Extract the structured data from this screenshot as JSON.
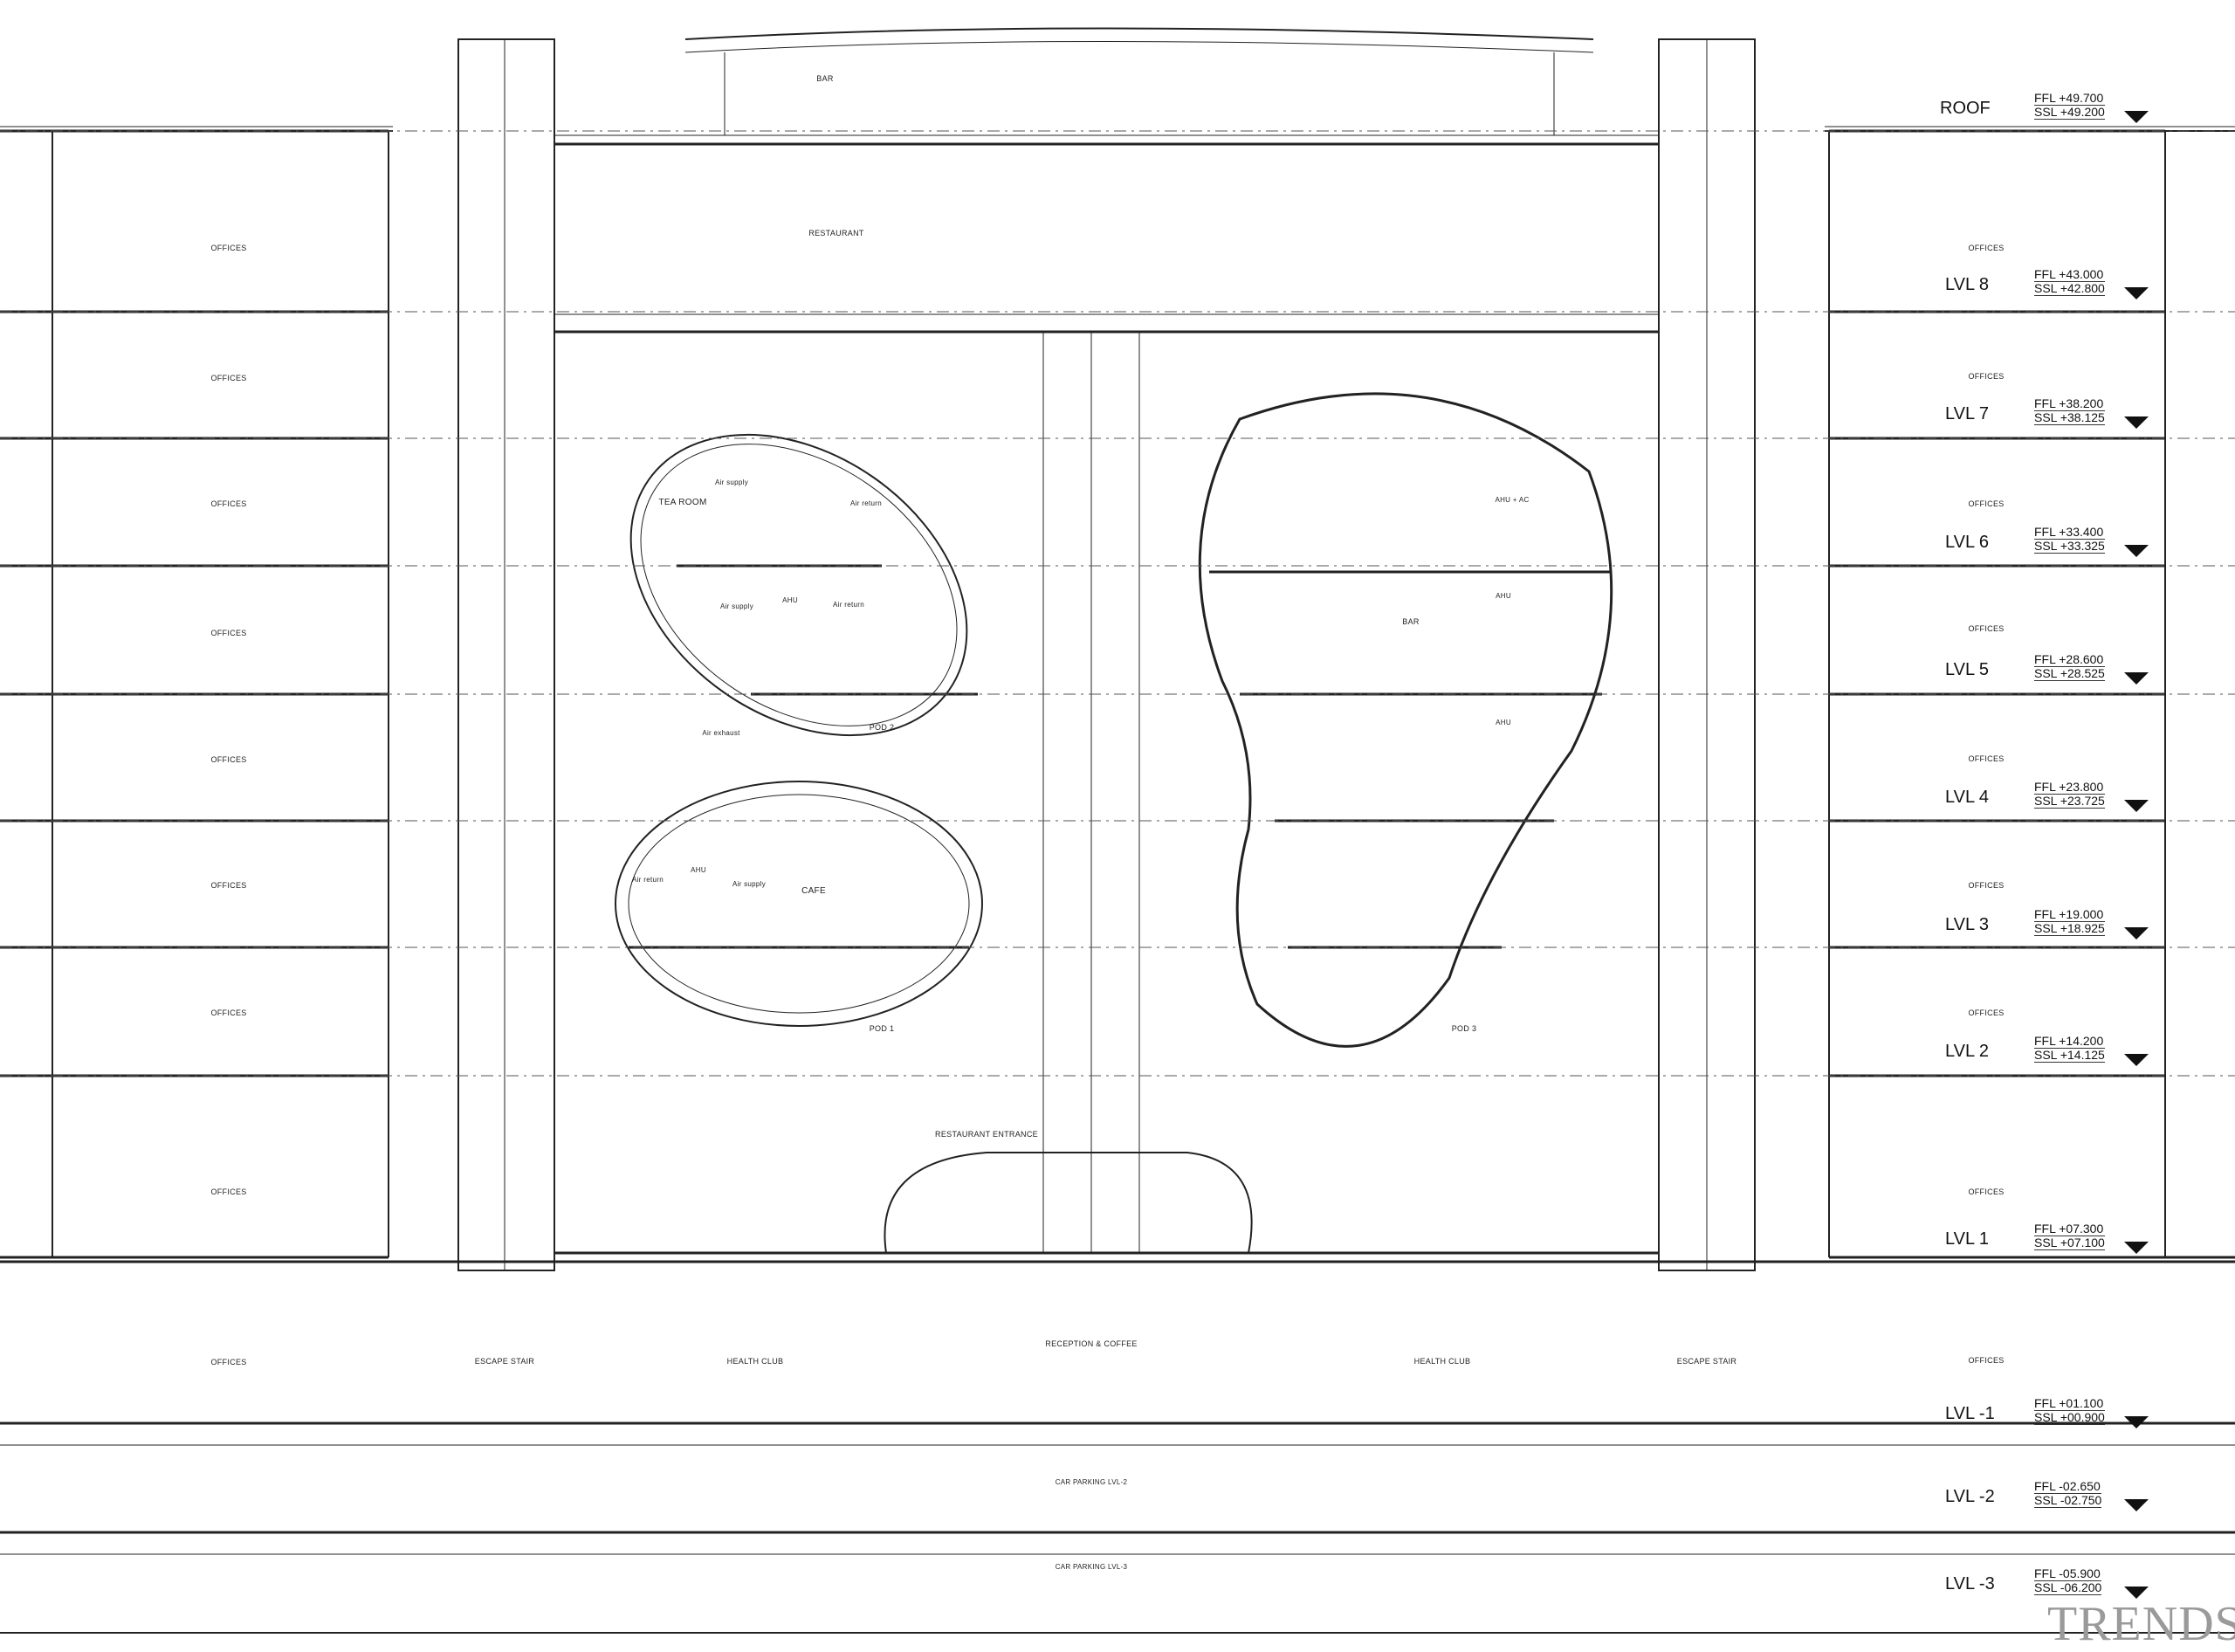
{
  "roof": {
    "bar": "BAR",
    "restaurant": "RESTAURANT"
  },
  "offices_label": "OFFICES",
  "pods": {
    "pod2": {
      "name": "POD 2",
      "tea_room": "TEA ROOM",
      "air_supply": "Air supply",
      "air_return": "Air return",
      "air_supply_2": "Air supply",
      "air_return_2": "Air return",
      "air_exhaust": "Air exhaust",
      "ahu": "AHU"
    },
    "pod1": {
      "name": "POD 1",
      "cafe": "CAFE",
      "air_return": "Air return",
      "air_supply": "Air supply",
      "ahu": "AHU"
    },
    "pod3": {
      "name": "POD 3",
      "bar": "BAR",
      "ahu_ac": "AHU + AC",
      "ahu": "AHU",
      "ahu_2": "AHU"
    }
  },
  "ground": {
    "restaurant_entrance": "RESTAURANT ENTRANCE"
  },
  "basement": {
    "health_club_left": "HEALTH CLUB",
    "reception": "RECEPTION & COFFEE",
    "health_club_right": "HEALTH CLUB",
    "escape_stair_left": "ESCAPE STAIR",
    "escape_stair_right": "ESCAPE STAIR",
    "car_parking_2": "CAR PARKING LVL-2",
    "car_parking_3": "CAR PARKING LVL-3"
  },
  "levels": [
    {
      "name": "ROOF",
      "ffl": "FFL +49.700",
      "ssl": "SSL +49.200"
    },
    {
      "name": "LVL 8",
      "ffl": "FFL +43.000",
      "ssl": "SSL +42.800"
    },
    {
      "name": "LVL 7",
      "ffl": "FFL +38.200",
      "ssl": "SSL +38.125"
    },
    {
      "name": "LVL 6",
      "ffl": "FFL +33.400",
      "ssl": "SSL +33.325"
    },
    {
      "name": "LVL 5",
      "ffl": "FFL +28.600",
      "ssl": "SSL +28.525"
    },
    {
      "name": "LVL 4",
      "ffl": "FFL +23.800",
      "ssl": "SSL +23.725"
    },
    {
      "name": "LVL 3",
      "ffl": "FFL +19.000",
      "ssl": "SSL +18.925"
    },
    {
      "name": "LVL 2",
      "ffl": "FFL +14.200",
      "ssl": "SSL +14.125"
    },
    {
      "name": "LVL 1",
      "ffl": "FFL +07.300",
      "ssl": "SSL +07.100"
    },
    {
      "name": "LVL -1",
      "ffl": "FFL +01.100",
      "ssl": "SSL +00.900"
    },
    {
      "name": "LVL -2",
      "ffl": "FFL -02.650",
      "ssl": "SSL -02.750"
    },
    {
      "name": "LVL -3",
      "ffl": "FFL -05.900",
      "ssl": "SSL -06.200"
    }
  ],
  "watermark": "TRENDS"
}
